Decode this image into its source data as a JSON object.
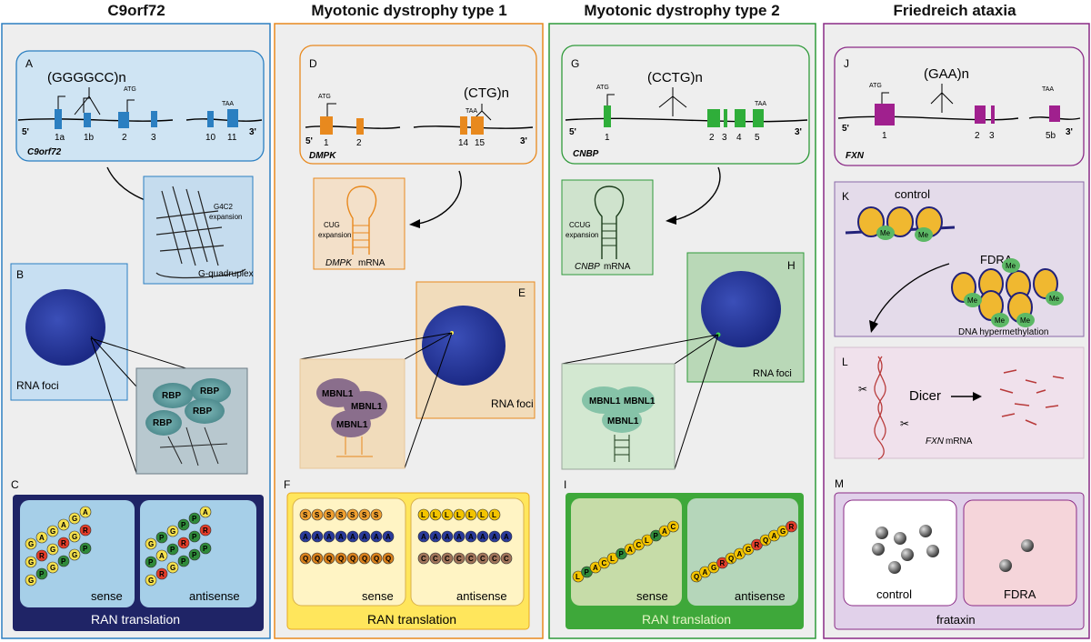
{
  "columns": [
    {
      "title": "C9orf72",
      "color": "#2b7fc1"
    },
    {
      "title": "Myotonic dystrophy type 1",
      "color": "#e8891e"
    },
    {
      "title": "Myotonic dystrophy type 2",
      "color": "#2f9a3a"
    },
    {
      "title": "Friedreich ataxia",
      "color": "#8a2a86"
    }
  ],
  "c9": {
    "panel_a": "A",
    "repeat": "(GGGGCC)n",
    "atg": "ATG",
    "taa": "TAA",
    "five": "5'",
    "three": "3'",
    "exons": [
      "1a",
      "1b",
      "2",
      "3",
      "10",
      "11"
    ],
    "gene": "C9orf72",
    "g4c2": "G4C2",
    "expansion": "expansion",
    "gquad": "G-quadruplex",
    "panel_b": "B",
    "foci": "RNA foci",
    "rbp": "RBP",
    "panel_c": "C",
    "sense": "sense",
    "antisense": "antisense",
    "ran": "RAN translation",
    "sense_beads": [
      "G",
      "A",
      "G",
      "A",
      "G",
      "A",
      "G",
      "R",
      "G",
      "R",
      "G",
      "R",
      "G",
      "P",
      "G",
      "P",
      "G",
      "P"
    ],
    "antisense_beads": [
      "G",
      "P",
      "G",
      "P",
      "P",
      "A",
      "P",
      "A",
      "P",
      "R",
      "P",
      "R",
      "G",
      "R",
      "G",
      "P",
      "P",
      "P"
    ]
  },
  "dm1": {
    "panel_d": "D",
    "repeat": "(CTG)n",
    "atg": "ATG",
    "taa": "TAA",
    "five": "5'",
    "three": "3'",
    "exons": [
      "1",
      "2",
      "14",
      "15"
    ],
    "gene": "DMPK",
    "cug": "CUG",
    "expansion": "expansion",
    "mrna_gene": "DMPK",
    "mrna": "mRNA",
    "panel_e": "E",
    "foci": "RNA foci",
    "mbnl": "MBNL1",
    "panel_f": "F",
    "sense": "sense",
    "antisense": "antisense",
    "ran": "RAN translation",
    "sense_rows": [
      "SSSSSSS",
      "AAAAAAAA",
      "QQQQQQQQ"
    ],
    "antisense_rows": [
      "LLLLLLL",
      "AAAAAAAA",
      "CCCCCCCC"
    ]
  },
  "dm2": {
    "panel_g": "G",
    "repeat": "(CCTG)n",
    "atg": "ATG",
    "taa": "TAA",
    "five": "5'",
    "three": "3'",
    "exons": [
      "1",
      "2",
      "3",
      "4",
      "5"
    ],
    "gene": "CNBP",
    "ccug": "CCUG",
    "expansion": "expansion",
    "mrna_gene": "CNBP",
    "mrna": "mRNA",
    "panel_h": "H",
    "foci": "RNA foci",
    "mbnl": "MBNL1",
    "panel_i": "I",
    "sense": "sense",
    "antisense": "antisense",
    "ran": "RAN translation",
    "sense_beads": [
      "L",
      "P",
      "A",
      "C",
      "L",
      "P",
      "A",
      "C",
      "L",
      "P",
      "A",
      "C"
    ],
    "antisense_beads": [
      "Q",
      "A",
      "G",
      "R",
      "Q",
      "A",
      "G",
      "R",
      "Q",
      "A",
      "G",
      "R"
    ]
  },
  "fa": {
    "panel_j": "J",
    "repeat": "(GAA)n",
    "atg": "ATG",
    "taa": "TAA",
    "five": "5'",
    "three": "3'",
    "exons": [
      "1",
      "2",
      "3",
      "5b"
    ],
    "gene": "FXN",
    "panel_k": "K",
    "control": "control",
    "fdra": "FDRA",
    "me": "Me",
    "hypermeth": "DNA hypermethylation",
    "panel_l": "L",
    "dicer": "Dicer",
    "fxn_gene": "FXN",
    "mrna": "mRNA",
    "panel_m": "M",
    "control2": "control",
    "fdra2": "FDRA",
    "frataxin": "frataxin"
  }
}
